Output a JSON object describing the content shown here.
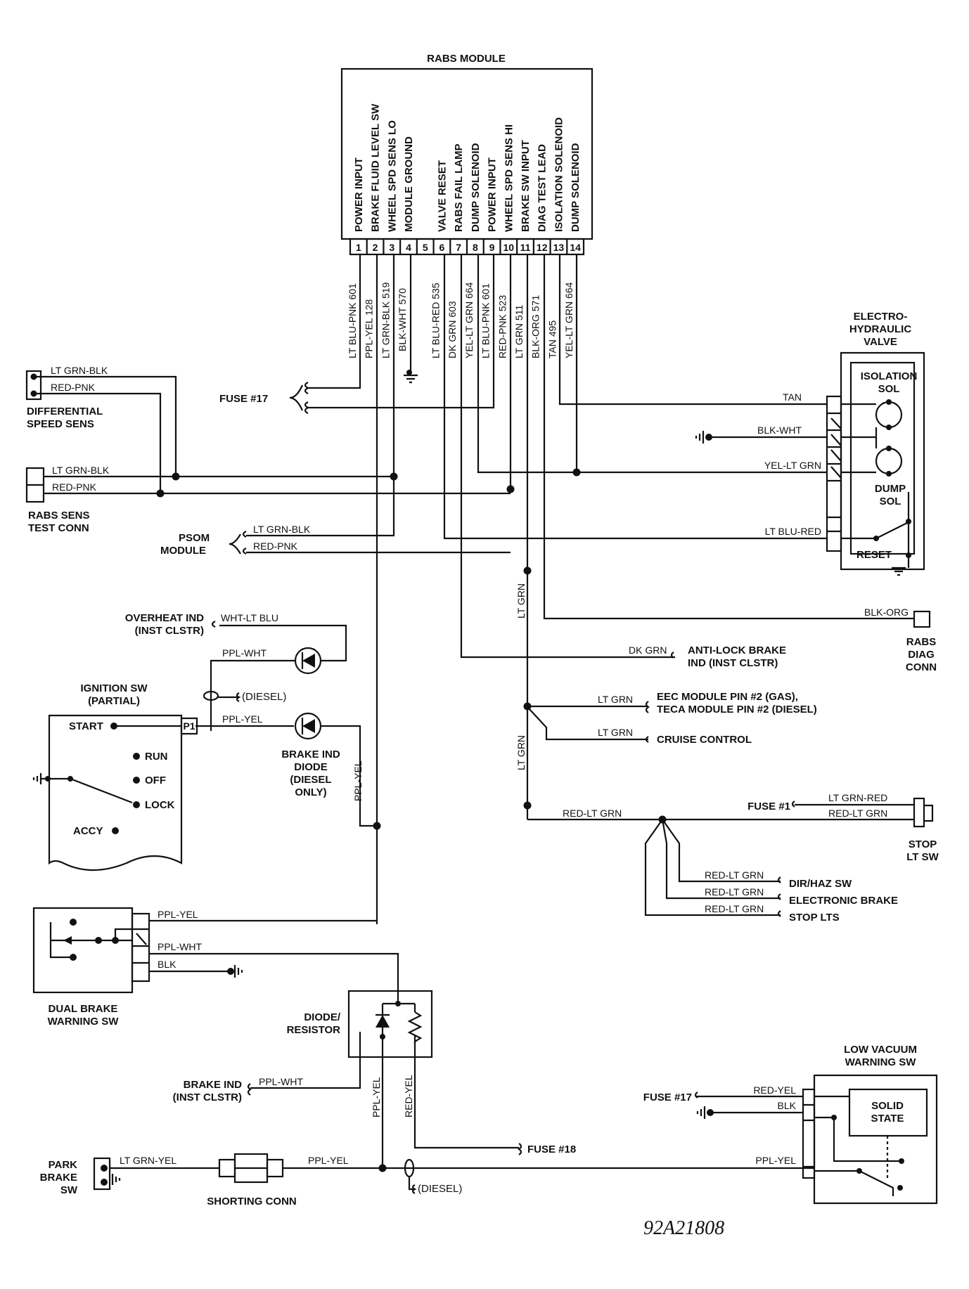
{
  "module": {
    "title": "RABS MODULE",
    "pin_numbers": [
      "1",
      "2",
      "3",
      "4",
      "5",
      "6",
      "7",
      "8",
      "9",
      "10",
      "11",
      "12",
      "13",
      "14"
    ],
    "pin_functions": [
      "POWER INPUT",
      "BRAKE FLUID LEVEL SW",
      "WHEEL SPD SENS LO",
      "MODULE GROUND",
      "",
      "VALVE RESET",
      "RABS FAIL LAMP",
      "DUMP SOLENOID",
      "POWER INPUT",
      "WHEEL SPD SENS HI",
      "BRAKE SW INPUT",
      "DIAG TEST LEAD",
      "ISOLATION SOLENOID",
      "DUMP SOLENOID"
    ],
    "pin_wires": [
      "LT BLU-PNK 601",
      "PPL-YEL 128",
      "LT GRN-BLK 519",
      "BLK-WHT 570",
      "",
      "LT BLU-RED 535",
      "DK GRN 603",
      "YEL-LT GRN 664",
      "LT BLU-PNK 601",
      "RED-PNK 523",
      "LT GRN 511",
      "BLK-ORG 571",
      "TAN 495",
      "YEL-LT GRN 664"
    ]
  },
  "components": {
    "diff_speed_sens": [
      "DIFFERENTIAL",
      "SPEED SENS"
    ],
    "rabs_sens_test_conn": [
      "RABS SENS",
      "TEST CONN"
    ],
    "psom_module": [
      "PSOM",
      "MODULE"
    ],
    "fuse_17": "FUSE #17",
    "ehv": [
      "ELECTRO-",
      "HYDRAULIC",
      "VALVE"
    ],
    "isolation_sol": [
      "ISOLATION",
      "SOL"
    ],
    "dump_sol": [
      "DUMP",
      "SOL"
    ],
    "reset": "RESET",
    "rabs_diag_conn": [
      "RABS",
      "DIAG",
      "CONN"
    ],
    "overheat_ind": [
      "OVERHEAT IND",
      "(INST CLSTR)"
    ],
    "ignition_sw": [
      "IGNITION SW",
      "(PARTIAL)"
    ],
    "ign_positions": [
      "START",
      "RUN",
      "OFF",
      "LOCK",
      "ACCY"
    ],
    "p1": "P1",
    "diesel": "(DIESEL)",
    "brake_ind_diode": [
      "BRAKE IND",
      "DIODE",
      "(DIESEL",
      "ONLY)"
    ],
    "anti_lock_ind": [
      "ANTI-LOCK BRAKE",
      "IND (INST CLSTR)"
    ],
    "eec_module": [
      "EEC MODULE PIN #2 (GAS),",
      "TECA MODULE PIN #2 (DIESEL)"
    ],
    "cruise_control": "CRUISE CONTROL",
    "fuse_1": "FUSE #1",
    "stop_lt_sw": [
      "STOP",
      "LT SW"
    ],
    "dir_haz_sw": "DIR/HAZ SW",
    "electronic_brake": "ELECTRONIC BRAKE",
    "stop_lts": "STOP LTS",
    "dual_brake_sw": [
      "DUAL BRAKE",
      "WARNING SW"
    ],
    "diode_resistor": [
      "DIODE/",
      "RESISTOR"
    ],
    "brake_ind": [
      "BRAKE IND",
      "(INST CLSTR)"
    ],
    "low_vacuum_sw": [
      "LOW VACUUM",
      "WARNING SW"
    ],
    "solid_state": [
      "SOLID",
      "STATE"
    ],
    "fuse_18": "FUSE #18",
    "park_brake_sw": [
      "PARK",
      "BRAKE",
      "SW"
    ],
    "shorting_conn": "SHORTING CONN"
  },
  "wires": {
    "lt_grn_blk": "LT GRN-BLK",
    "red_pnk": "RED-PNK",
    "tan": "TAN",
    "blk_wht": "BLK-WHT",
    "yel_lt_grn": "YEL-LT GRN",
    "lt_blu_red": "LT BLU-RED",
    "blk_org": "BLK-ORG",
    "wht_lt_blu": "WHT-LT BLU",
    "ppl_wht": "PPL-WHT",
    "ppl_yel": "PPL-YEL",
    "dk_grn": "DK GRN",
    "lt_grn": "LT GRN",
    "red_lt_grn": "RED-LT GRN",
    "lt_grn_red": "LT GRN-RED",
    "blk": "BLK",
    "red_yel": "RED-YEL",
    "lt_grn_yel": "LT GRN-YEL"
  },
  "figure_id": "92A21808"
}
